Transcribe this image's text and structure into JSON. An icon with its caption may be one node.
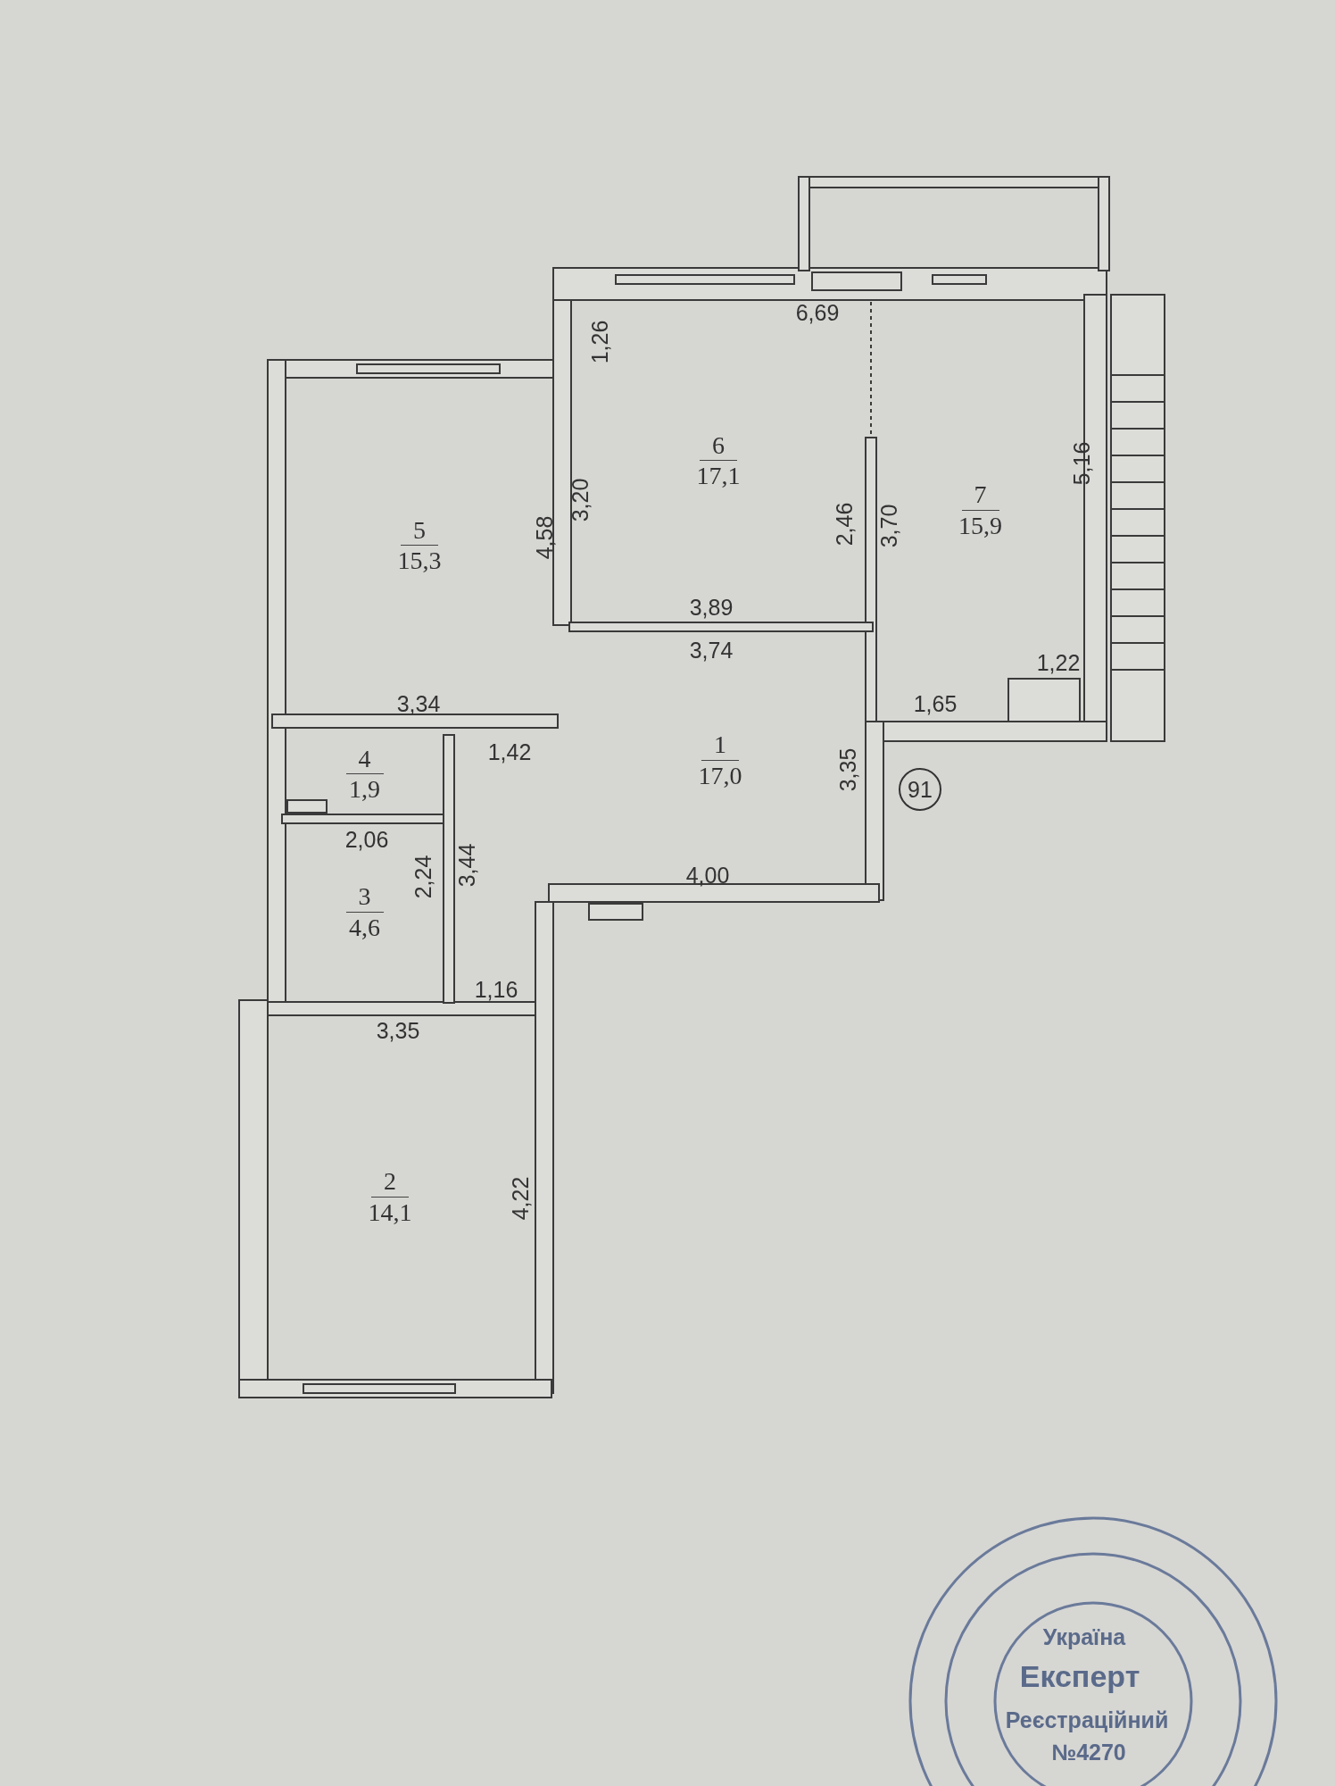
{
  "diagram": {
    "nodes": [
      {
        "text": [
          "1",
          "17,0"
        ]
      },
      {
        "text": [
          "2",
          "14,1"
        ]
      },
      {
        "text": [
          "3",
          "4,6"
        ]
      },
      {
        "text": [
          "4",
          "1,9"
        ]
      },
      {
        "text": [
          "5",
          "15,3"
        ]
      },
      {
        "text": [
          "6",
          "17,1"
        ]
      },
      {
        "text": [
          "7",
          "15,9"
        ]
      }
    ],
    "edges": [],
    "labels": [
      "6,69",
      "1,26",
      "3,20",
      "4,58",
      "2,46",
      "3,70",
      "5,16",
      "3,89",
      "3,74",
      "3,34",
      "1,42",
      "1,22",
      "1,65",
      "3,35",
      "91",
      "4,00",
      "2,06",
      "3,44",
      "2,24",
      "1,16",
      "3,35",
      "4,22",
      "Україна",
      "Експерт",
      "Реєстраційний",
      "№4270"
    ]
  }
}
